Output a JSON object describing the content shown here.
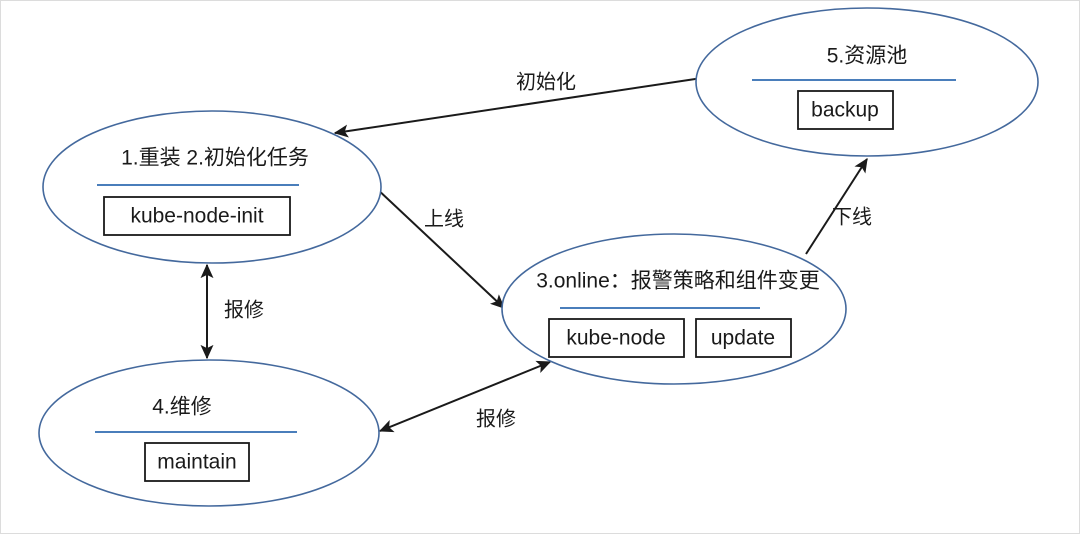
{
  "diagram": {
    "title": "Kubernetes node lifecycle state diagram",
    "colors": {
      "ellipse_stroke": "#44699d",
      "divider": "#4a7ebb",
      "edge": "#1a1a1a",
      "tag_border": "#1a1a1a",
      "frame": "#dcdcdc",
      "background": "#ffffff"
    },
    "nodes": [
      {
        "id": "node-reinstall-init",
        "title": "1.重装    2.初始化任务",
        "tags": [
          "kube-node-init"
        ]
      },
      {
        "id": "node-resource-pool",
        "title": "5.资源池",
        "tags": [
          "backup"
        ]
      },
      {
        "id": "node-online",
        "title": "3.online：报警策略和组件变更",
        "tags": [
          "kube-node",
          "update"
        ]
      },
      {
        "id": "node-maintain",
        "title": "4.维修",
        "tags": [
          "maintain"
        ]
      }
    ],
    "edges": [
      {
        "id": "edge-init",
        "label": "初始化",
        "from": "node-resource-pool",
        "to": "node-reinstall-init",
        "direction": "single"
      },
      {
        "id": "edge-online",
        "label": "上线",
        "from": "node-reinstall-init",
        "to": "node-online",
        "direction": "single"
      },
      {
        "id": "edge-offline",
        "label": "下线",
        "from": "node-online",
        "to": "node-resource-pool",
        "direction": "single"
      },
      {
        "id": "edge-repair-left",
        "label": "报修",
        "from": "node-reinstall-init",
        "to": "node-maintain",
        "direction": "double"
      },
      {
        "id": "edge-repair-right",
        "label": "报修",
        "from": "node-maintain",
        "to": "node-online",
        "direction": "double"
      }
    ]
  }
}
